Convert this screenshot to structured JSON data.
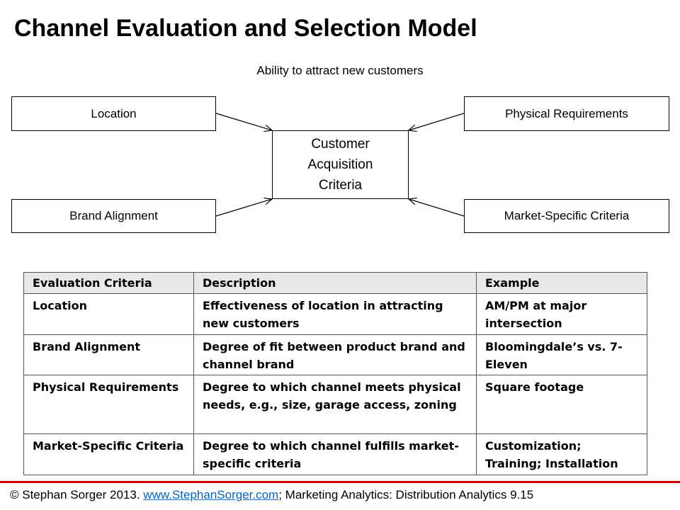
{
  "title": "Channel Evaluation and Selection Model",
  "diagram": {
    "top_label": "Ability to attract new customers",
    "center": "Customer Acquisition Criteria",
    "top_left": "Location",
    "top_right": "Physical Requirements",
    "bottom_left": "Brand Alignment",
    "bottom_right": "Market-Specific Criteria"
  },
  "table": {
    "headers": [
      "Evaluation Criteria",
      "Description",
      "Example"
    ],
    "rows": [
      [
        "Location",
        "Effectiveness of location in attracting new customers",
        "AM/PM at major intersection"
      ],
      [
        "Brand Alignment",
        "Degree of fit between product brand and channel brand",
        "Bloomingdale’s vs. 7-Eleven"
      ],
      [
        "Physical Requirements",
        "Degree to which channel meets physical needs, e.g., size, garage access, zoning",
        "Square footage"
      ],
      [
        "Market-Specific Criteria",
        "Degree to which channel fulfills market-specific criteria",
        "Customization; Training; Installation"
      ]
    ]
  },
  "footer": {
    "prefix": "© Stephan Sorger 2013. ",
    "link": "www.StephanSorger.com",
    "suffix": "; Marketing Analytics: Distribution Analytics 9.15"
  },
  "colors": {
    "footer_rule": "#d00000",
    "link": "#0563c1"
  }
}
